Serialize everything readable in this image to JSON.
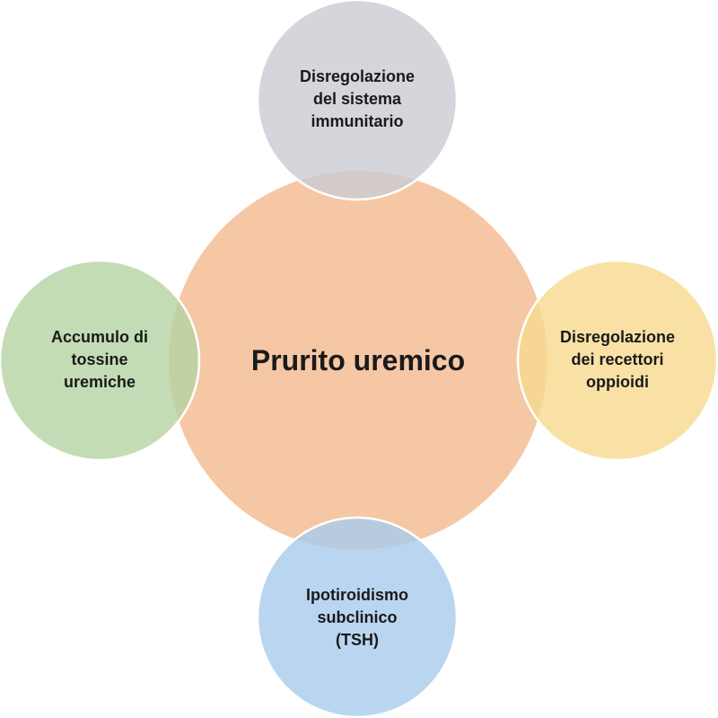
{
  "center": {
    "label": "Prurito uremico",
    "color": "#F4C4A0"
  },
  "satellites": {
    "top": {
      "lines": [
        "Disregolazione",
        "del sistema",
        "immunitario"
      ],
      "color": "#C9CCD3"
    },
    "left": {
      "lines": [
        "Accumulo di",
        "tossine",
        "uremiche"
      ],
      "color": "#B4D3A2"
    },
    "right": {
      "lines": [
        "Disregolazione",
        "dei recettori",
        "oppioidi"
      ],
      "color": "#F7D98E"
    },
    "bottom": {
      "lines": [
        "Ipotiroidismo",
        "subclinico",
        "(TSH)"
      ],
      "color": "#A9CAEC"
    }
  }
}
